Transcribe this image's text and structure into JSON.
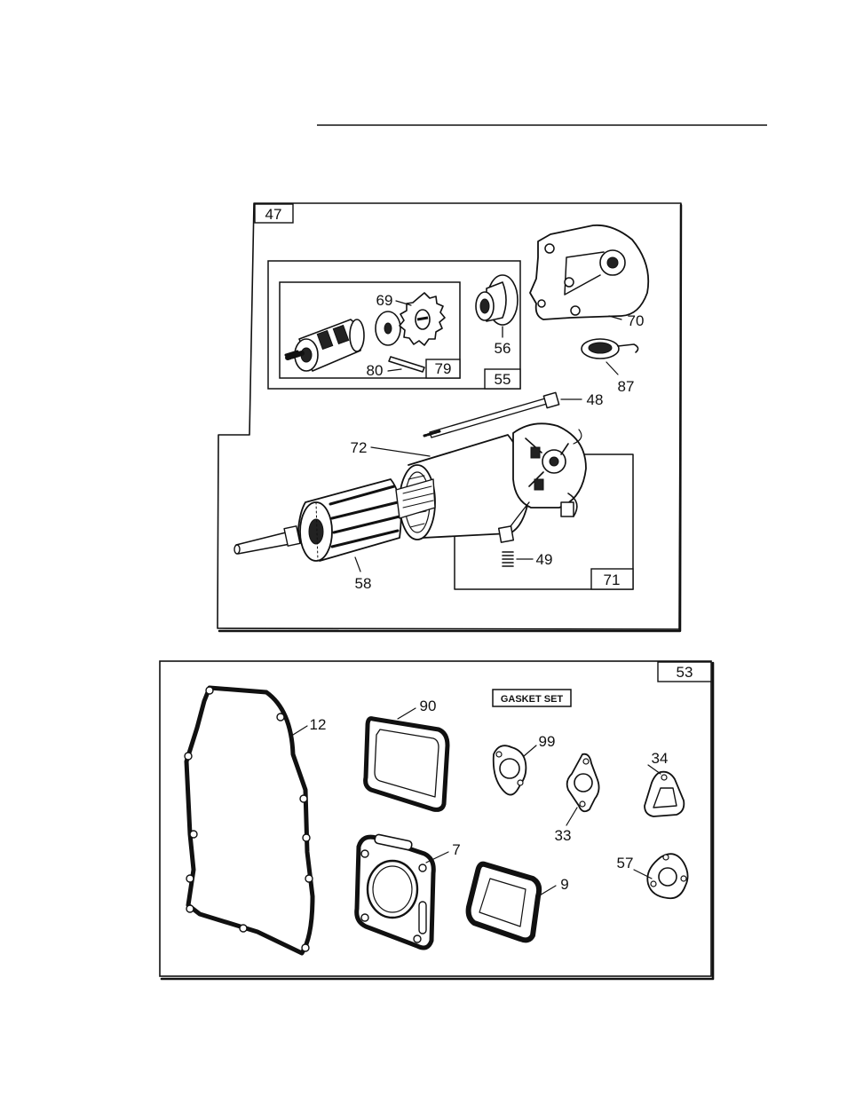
{
  "page": {
    "background": "#ffffff",
    "ink_color": "#111111"
  },
  "starter_panel": {
    "box_label": "47",
    "sub_boxes": {
      "drive_assembly": "55",
      "pinion_kit": "79",
      "end_cap_assembly": "71"
    },
    "callouts": {
      "pinion_gear": "69",
      "roll_pin": "80",
      "drive_nut": "56",
      "drive_housing": "70",
      "seal_clip": "87",
      "through_bolt": "48",
      "motor_housing": "72",
      "brush_spring": "49",
      "armature": "58"
    }
  },
  "gasket_panel": {
    "box_label": "53",
    "title": "GASKET SET",
    "callouts": {
      "crankcase_gasket": "12",
      "valve_cover_gasket": "90",
      "cylinder_head_gasket": "7",
      "breather_gasket": "9",
      "carburetor_gasket": "99",
      "intake_gasket": "33",
      "exhaust_gasket": "34",
      "muffler_gasket": "57"
    }
  }
}
